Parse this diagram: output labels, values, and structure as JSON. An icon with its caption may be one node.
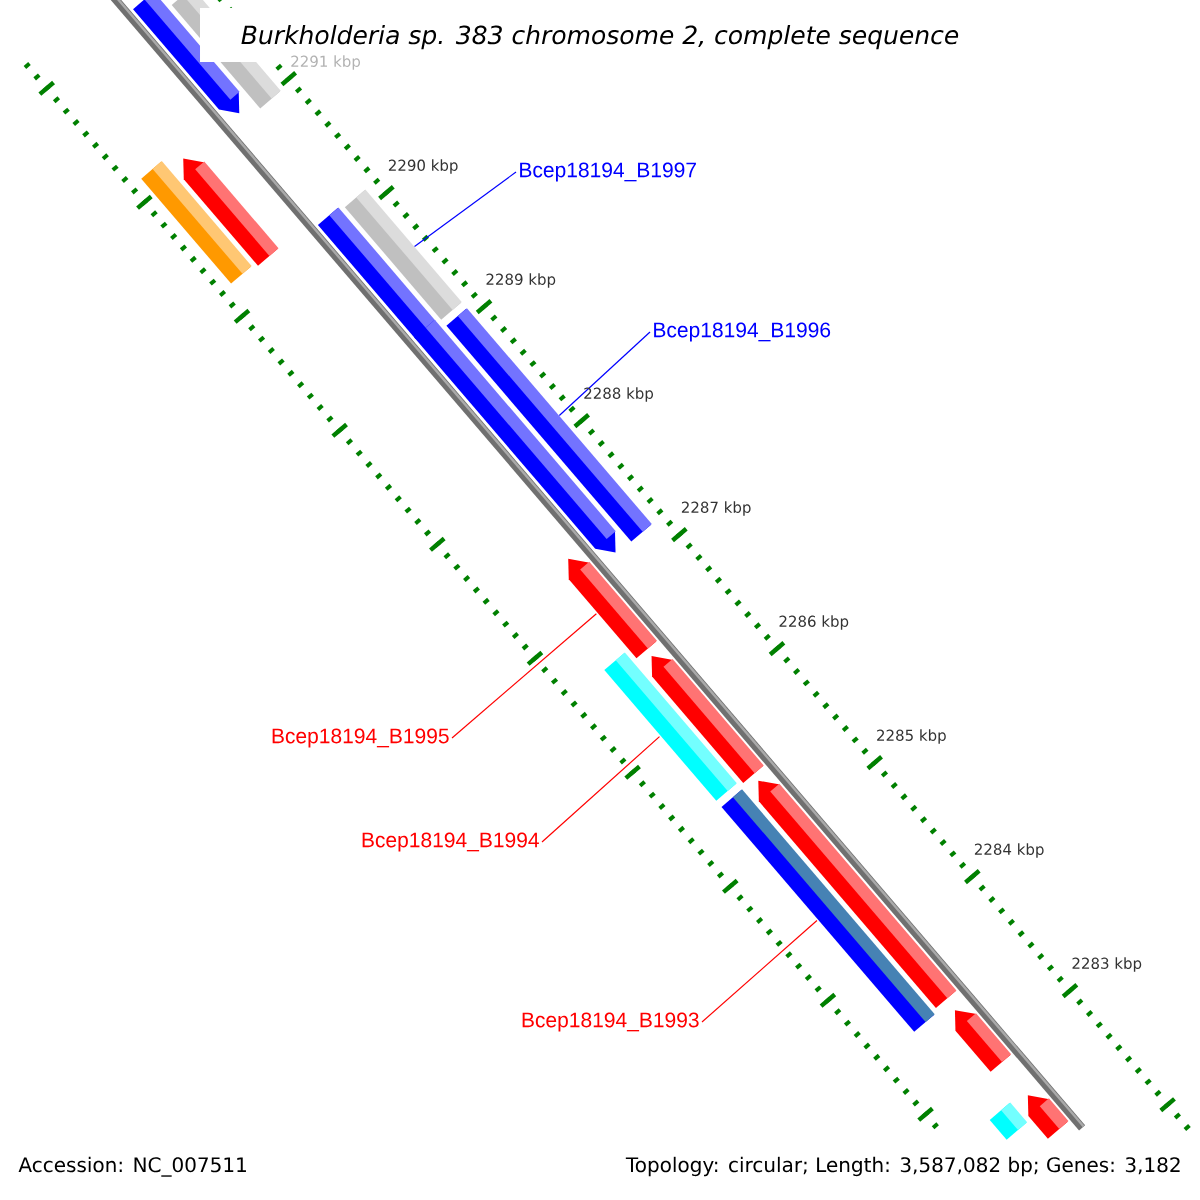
{
  "diagram": {
    "title": "Burkholderia sp. 383 chromosome 2, complete sequence",
    "nodes": [
      {
        "text": [
          "Bcep18194_B1997"
        ]
      },
      {
        "text": [
          "Bcep18194_B1996"
        ]
      },
      {
        "text": [
          "Bcep18194_B1995"
        ]
      },
      {
        "text": [
          "Bcep18194_B1994"
        ]
      },
      {
        "text": [
          "Bcep18194_B1993"
        ]
      },
      {
        "text": [],
        "shape": "bar"
      },
      {
        "text": [],
        "shape": "bar"
      },
      {
        "text": [],
        "shape": "bar"
      },
      {
        "text": [],
        "shape": "bar"
      },
      {
        "text": [],
        "shape": "bar"
      },
      {
        "text": [],
        "shape": "bar"
      },
      {
        "text": [],
        "shape": "bar"
      },
      {
        "text": [],
        "shape": "bar"
      },
      {
        "text": [],
        "shape": "bar"
      },
      {
        "text": [],
        "shape": "bar"
      },
      {
        "text": [],
        "shape": "bar"
      },
      {
        "text": [],
        "shape": "bar"
      },
      {
        "text": [],
        "shape": "bar"
      },
      {
        "text": [],
        "shape": "bar"
      },
      {
        "text": [],
        "shape": "bar"
      },
      {
        "text": [],
        "shape": "bar"
      }
    ],
    "edges": [
      {
        "from": 0,
        "to": 10,
        "arrow": "none",
        "color": "#0000ff"
      },
      {
        "from": 1,
        "to": 12,
        "arrow": "none",
        "color": "#0000ff"
      },
      {
        "from": 2,
        "to": 13,
        "arrow": "none"
      },
      {
        "from": 3,
        "to": 14,
        "arrow": "none"
      },
      {
        "from": 4,
        "to": 16,
        "arrow": "none"
      }
    ],
    "labels": [
      "2291 kbp",
      "2290 kbp",
      "2289 kbp",
      "2288 kbp",
      "2287 kbp",
      "2286 kbp",
      "2285 kbp",
      "2284 kbp",
      "2283 kbp",
      "Accession: NC_007511",
      "Topology: circular; Length: 3,587,082 bp; Genes: 3,182"
    ]
  }
}
